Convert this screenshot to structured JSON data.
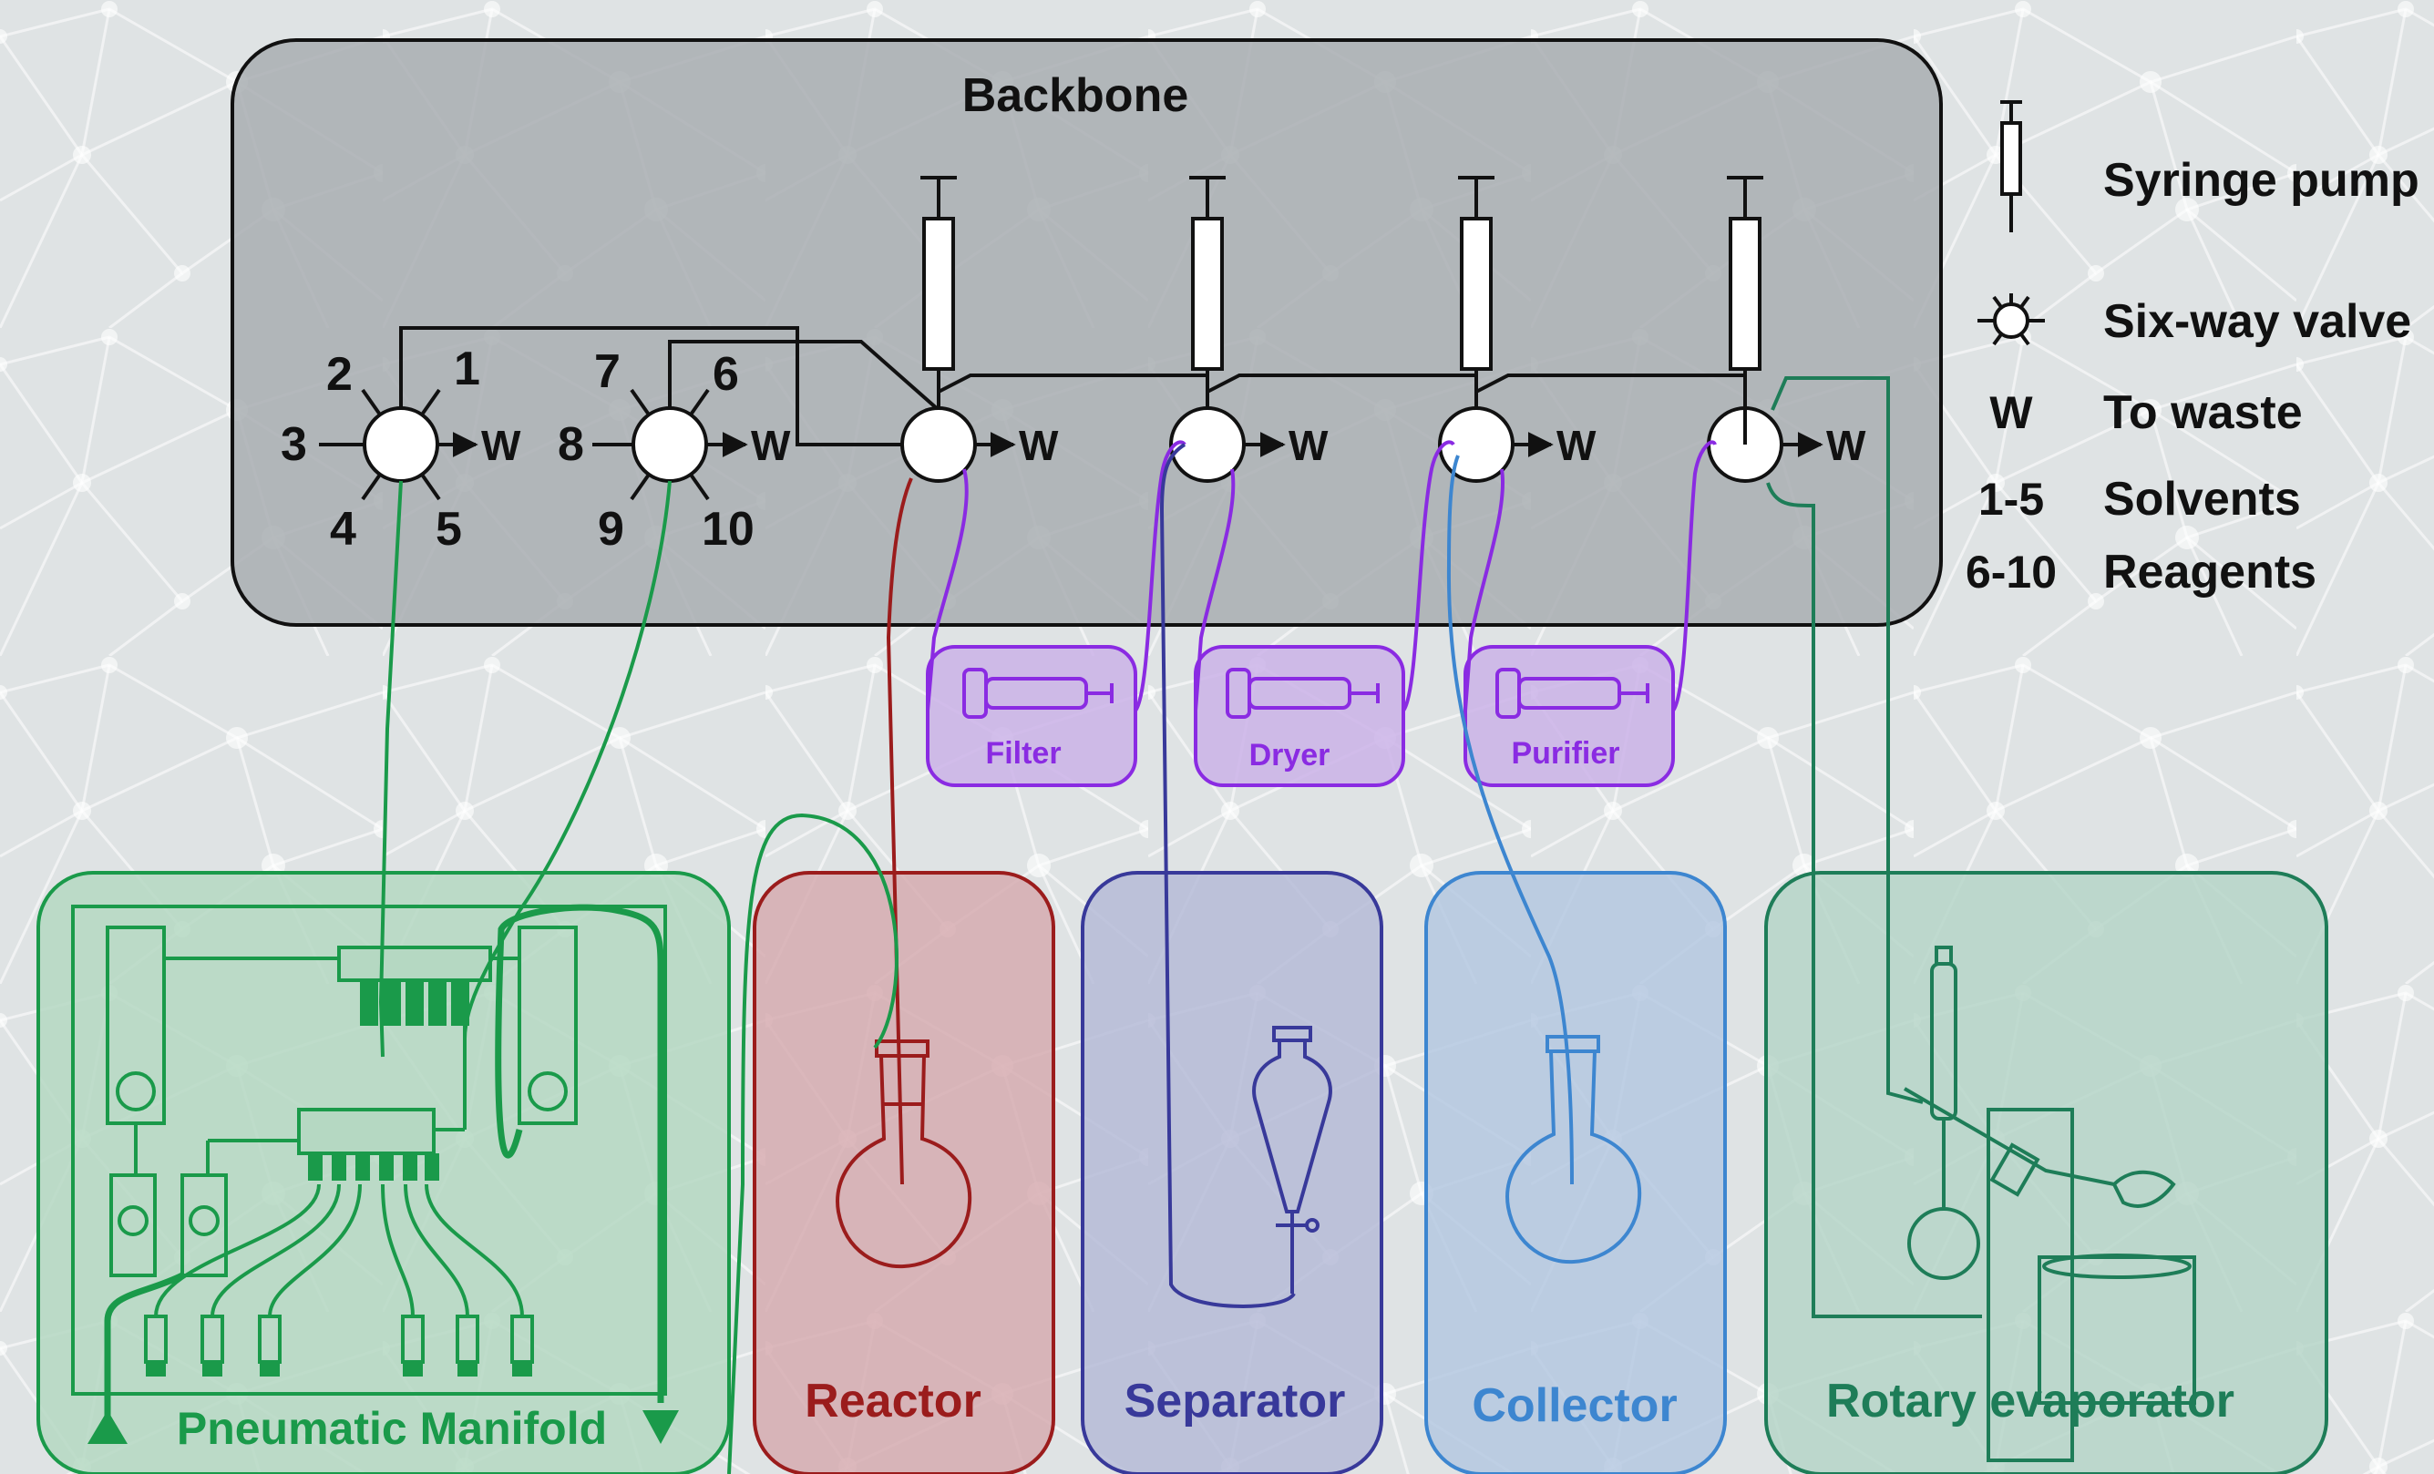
{
  "backbone": {
    "title": "Backbone"
  },
  "legend": {
    "syringe_pump": "Syringe pump",
    "six_way_valve": "Six-way valve",
    "waste_symbol": "W",
    "waste_label": "To waste",
    "solvents_key": "1-5",
    "solvents_label": "Solvents",
    "reagents_key": "6-10",
    "reagents_label": "Reagents"
  },
  "valves": {
    "v1_ports": [
      "1",
      "2",
      "3",
      "4",
      "5"
    ],
    "v2_ports": [
      "6",
      "7",
      "8",
      "9",
      "10"
    ],
    "waste": "W"
  },
  "inline_modules": {
    "filter": "Filter",
    "dryer": "Dryer",
    "purifier": "Purifier"
  },
  "modules": {
    "pneumatic_manifold": "Pneumatic Manifold",
    "reactor": "Reactor",
    "separator": "Separator",
    "collector": "Collector",
    "rotary_evaporator": "Rotary evaporator"
  },
  "colors": {
    "backbone_fill": "#a9aeb1",
    "purple": "#8a2be2",
    "green": "#1a9a4a",
    "red": "#9b1c1c",
    "navy": "#38399a",
    "blue": "#3d86d0",
    "teal": "#1e7d58"
  }
}
